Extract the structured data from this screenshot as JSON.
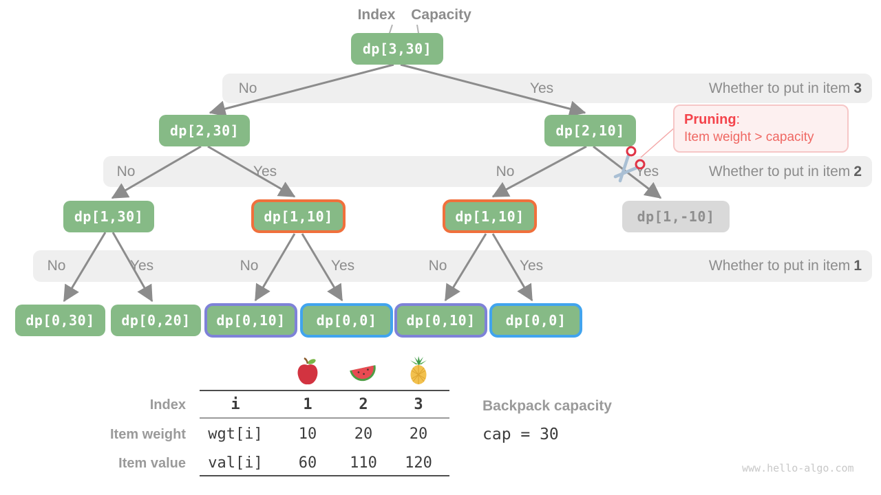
{
  "header": {
    "index_label": "Index",
    "capacity_label": "Capacity"
  },
  "bands": [
    {
      "label": "Whether to put in item",
      "item": "3",
      "marks": [
        "No",
        "Yes"
      ]
    },
    {
      "label": "Whether to put in item",
      "item": "2",
      "marks": [
        "No",
        "Yes",
        "No",
        "Yes"
      ]
    },
    {
      "label": "Whether to put in item",
      "item": "1",
      "marks": [
        "No",
        "Yes",
        "No",
        "Yes",
        "No",
        "Yes"
      ]
    }
  ],
  "nodes": {
    "root": "dp[3,30]",
    "l1": [
      "dp[2,30]",
      "dp[2,10]"
    ],
    "l2": [
      "dp[1,30]",
      "dp[1,10]",
      "dp[1,10]",
      "dp[1,-10]"
    ],
    "l3": [
      "dp[0,30]",
      "dp[0,20]",
      "dp[0,10]",
      "dp[0,0]",
      "dp[0,10]",
      "dp[0,0]"
    ]
  },
  "pruning": {
    "title": "Pruning",
    "colon": ":",
    "text": "Item weight > capacity"
  },
  "table": {
    "row_labels": [
      "Index",
      "Item weight",
      "Item value"
    ],
    "fruit_icons": [
      "apple-icon",
      "watermelon-icon",
      "pineapple-icon"
    ],
    "header_cells": [
      "i",
      "1",
      "2",
      "3"
    ],
    "weight_cells": [
      "wgt[i]",
      "10",
      "20",
      "20"
    ],
    "value_cells": [
      "val[i]",
      "60",
      "110",
      "120"
    ]
  },
  "capacity": {
    "label": "Backpack capacity",
    "value": "cap = 30"
  },
  "watermark": "www.hello-algo.com",
  "colors": {
    "node_green": "#86ba86",
    "node_text": "#ffffff",
    "node_gray_bg": "#d9d9d9",
    "node_gray_text": "#8e8e8e",
    "border_orange": "#f0703c",
    "border_purple": "#7e82d8",
    "border_blue": "#41a4ee",
    "band_bg": "#efefef",
    "band_text": "#8c8c8c",
    "band_item_text": "#5f5f5f",
    "arrow": "#8c8c8c",
    "pruning_bg": "#fdf0f0",
    "pruning_border": "#f6c6c6",
    "pruning_title": "#f4434b",
    "pruning_text": "#ef6762",
    "table_text": "#3c3c3c",
    "table_label": "#9a9a9a",
    "watermark": "#c8c8c8"
  }
}
